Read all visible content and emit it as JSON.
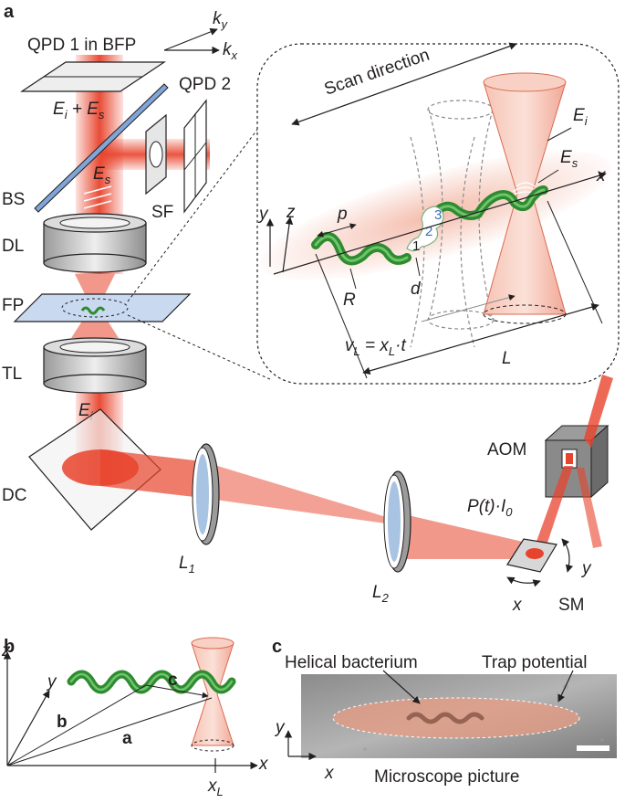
{
  "panels": {
    "a": "a",
    "b": "b",
    "c": "c"
  },
  "colors": {
    "laser": "#e8432c",
    "bacterium": "#2e8b2e",
    "focus": "#f3b5a3",
    "glass": "#7fa6d6",
    "ink": "#231f20"
  },
  "panel_a": {
    "qpd1": "QPD 1 in BFP",
    "qpd2": "QPD 2",
    "ky_base": "k",
    "ky_sub": "y",
    "kx_base": "k",
    "kx_sub": "x",
    "ei_es_eq": {
      "e1": "E",
      "s1": "i",
      "plus": " + ",
      "e2": "E",
      "s2": "s"
    },
    "es_base": "E",
    "es_sub": "s",
    "ei_base": "E",
    "ei_sub": "i",
    "bs": "BS",
    "sf": "SF",
    "dl": "DL",
    "fp": "FP",
    "tl": "TL",
    "dc": "DC",
    "aom": "AOM",
    "sm": "SM",
    "l1_base": "L",
    "l1_sub": "1",
    "l2_base": "L",
    "l2_sub": "2",
    "i0_base": "I",
    "i0_sub": "0",
    "power": {
      "pre": "P",
      "mid": "(t)·",
      "i": "I",
      "sub": "0"
    },
    "sm_x": "x",
    "sm_y": "y",
    "inset": {
      "scan_direction": "Scan direction",
      "ei_base": "E",
      "ei_sub": "i",
      "es_base": "E",
      "es_sub": "s",
      "x": "x",
      "y": "y",
      "z": "z",
      "p": "p",
      "R": "R",
      "d": "d",
      "L": "L",
      "n1": "1",
      "n2": "2",
      "n3": "3",
      "vl": {
        "v": "v",
        "vs": "L",
        "eq": " = ",
        "x": "x",
        "xs": "L",
        "t": "·t"
      }
    }
  },
  "panel_b": {
    "z": "z",
    "y": "y",
    "x": "x",
    "a": "a",
    "b": "b",
    "c": "c",
    "xl_base": "x",
    "xl_sub": "L"
  },
  "panel_c": {
    "helical": "Helical bacterium",
    "trap": "Trap potential",
    "caption": "Microscope picture",
    "y": "y",
    "x": "x"
  }
}
